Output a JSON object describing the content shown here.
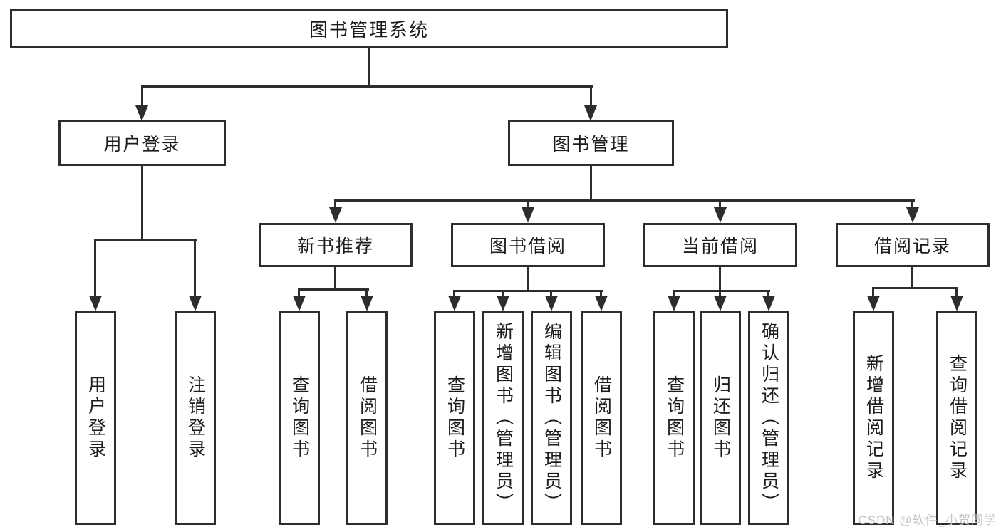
{
  "tree": {
    "root": {
      "label": "图书管理系统",
      "children": [
        {
          "label": "用户登录",
          "children": [
            {
              "label": "用户登录"
            },
            {
              "label": "注销登录"
            }
          ]
        },
        {
          "label": "图书管理",
          "children": [
            {
              "label": "新书推荐",
              "children": [
                {
                  "label": "查询图书"
                },
                {
                  "label": "借阅图书"
                }
              ]
            },
            {
              "label": "图书借阅",
              "children": [
                {
                  "label": "查询图书"
                },
                {
                  "label": "新增图书（管理员）"
                },
                {
                  "label": "编辑图书（管理员）"
                },
                {
                  "label": "借阅图书"
                }
              ]
            },
            {
              "label": "当前借阅",
              "children": [
                {
                  "label": "查询图书"
                },
                {
                  "label": "归还图书"
                },
                {
                  "label": "确认归还（管理员）"
                }
              ]
            },
            {
              "label": "借阅记录",
              "children": [
                {
                  "label": "新增借阅记录"
                },
                {
                  "label": "查询借阅记录"
                }
              ]
            }
          ]
        }
      ]
    }
  },
  "watermark": {
    "text": "CSDN @软件_小贺同学"
  },
  "colors": {
    "line": "#2d2d2d",
    "text": "#1c1c1c",
    "watermark": "#c2c2c2",
    "background": "#ffffff"
  }
}
